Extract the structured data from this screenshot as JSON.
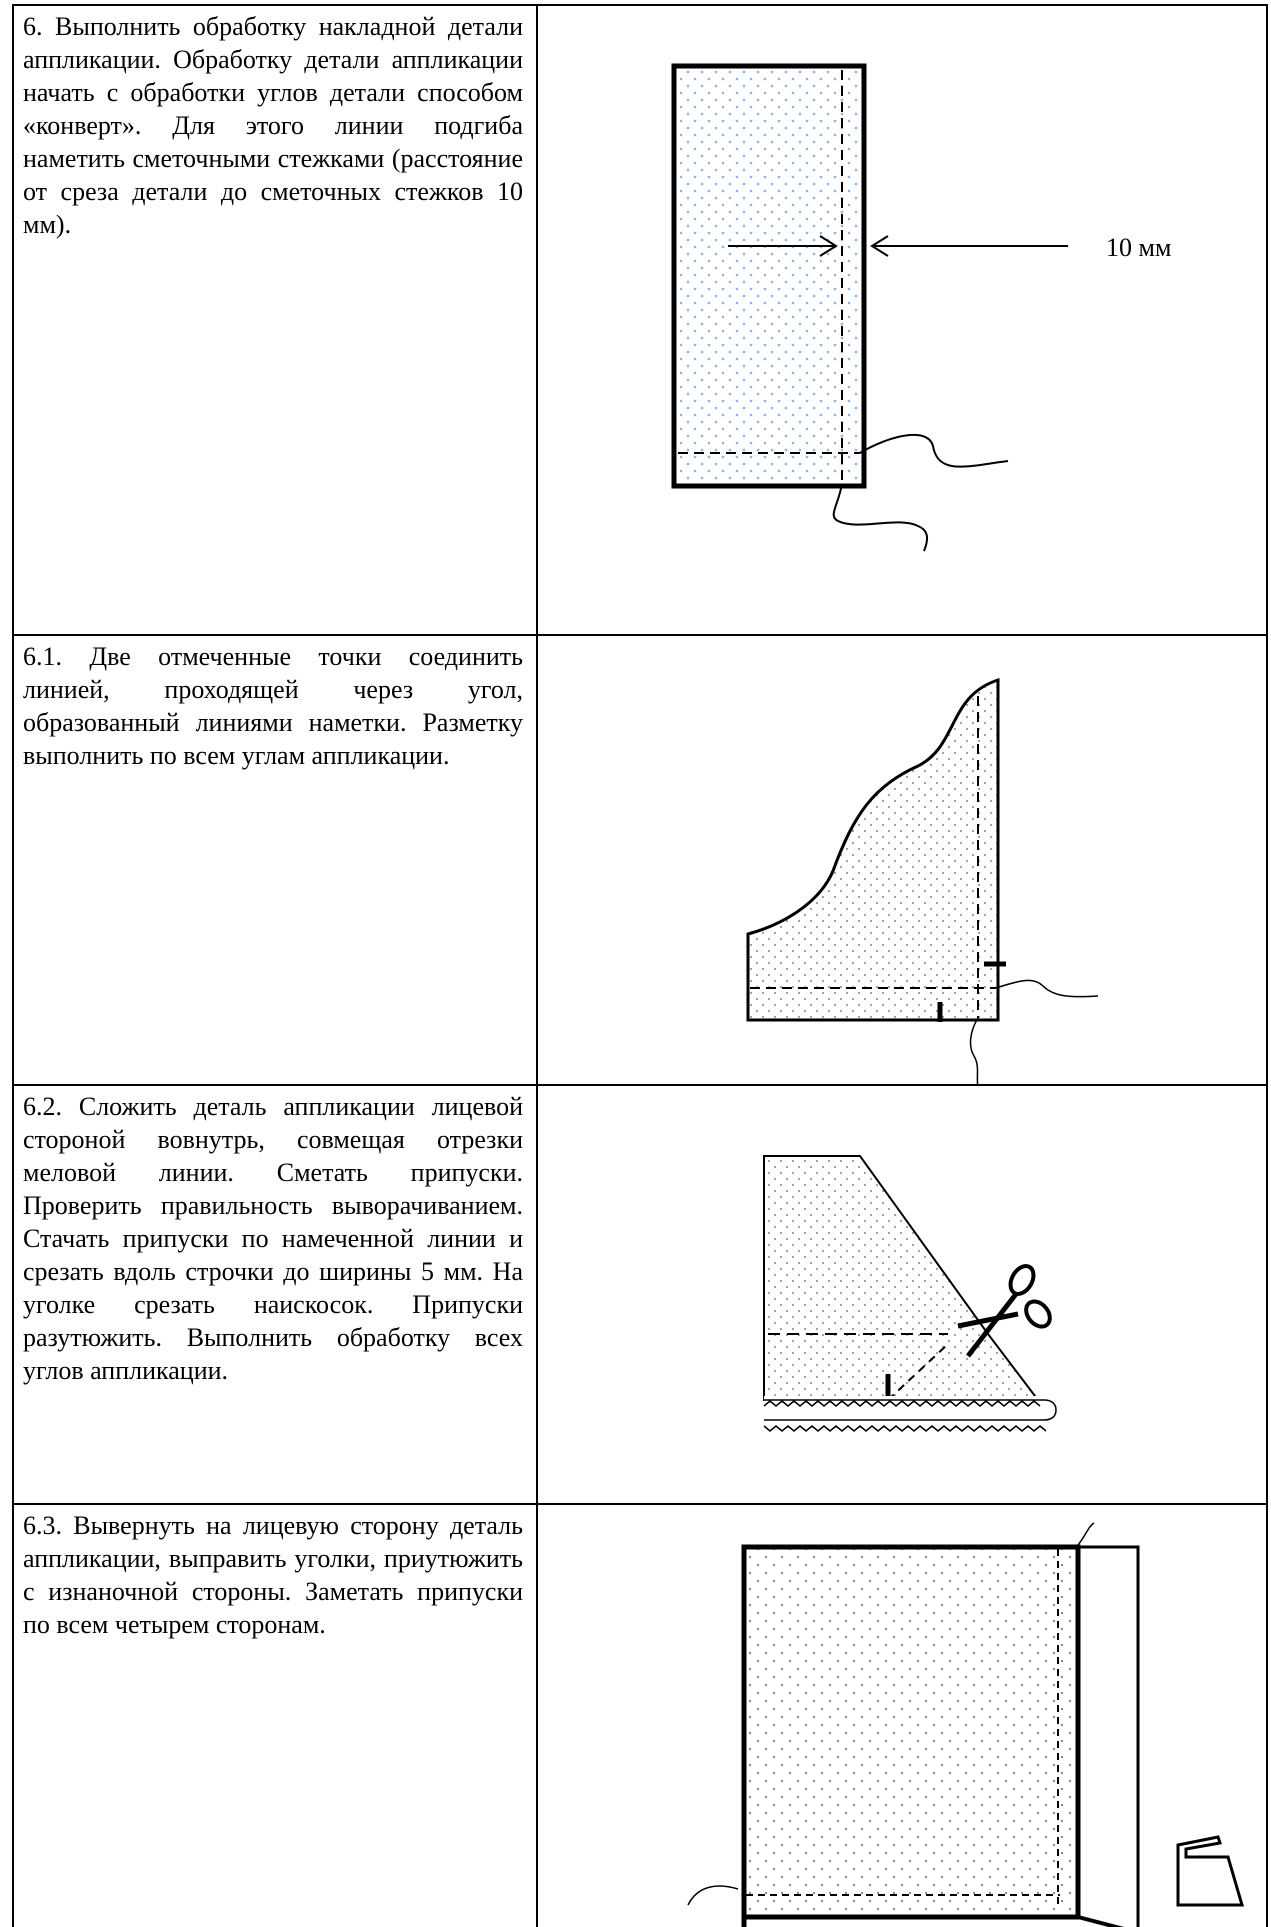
{
  "rows": [
    {
      "text": "6. Выполнить обработку накладной детали аппликации. Обработку детали аппликации начать с обработки углов детали способом «конверт». Для этого линии подгиба наметить сметочными стежками (расстояние от среза детали до сметочных стежков 10 мм).",
      "figure_label": "10 мм"
    },
    {
      "text": "6.1. Две отмеченные точки соединить линией, проходящей через угол, образованный линиями наметки. Разметку выполнить по всем углам аппликации."
    },
    {
      "text": "6.2. Сложить деталь аппликации лицевой стороной вовнутрь, совмещая отрезки меловой линии. Сметать припуски. Проверить правильность выворачиванием. Стачать припуски по намеченной линии и срезать вдоль строчки до ширины 5 мм. На уголке срезать наискосок. Припуски разутюжить. Выполнить обработку всех углов аппликации."
    },
    {
      "text": "6.3. Вывернуть на лицевую сторону деталь аппликации, выправить уголки, приутюжить с изнаночной стороны. Заметать припуски по всем четырем сторонам."
    }
  ],
  "icons": [
    "scissors-icon",
    "iron-icon"
  ],
  "colors": {
    "fabric_dots_blue": "#8fb4e0",
    "fabric_dots_gray": "#9a9a9a",
    "line": "#000000"
  }
}
